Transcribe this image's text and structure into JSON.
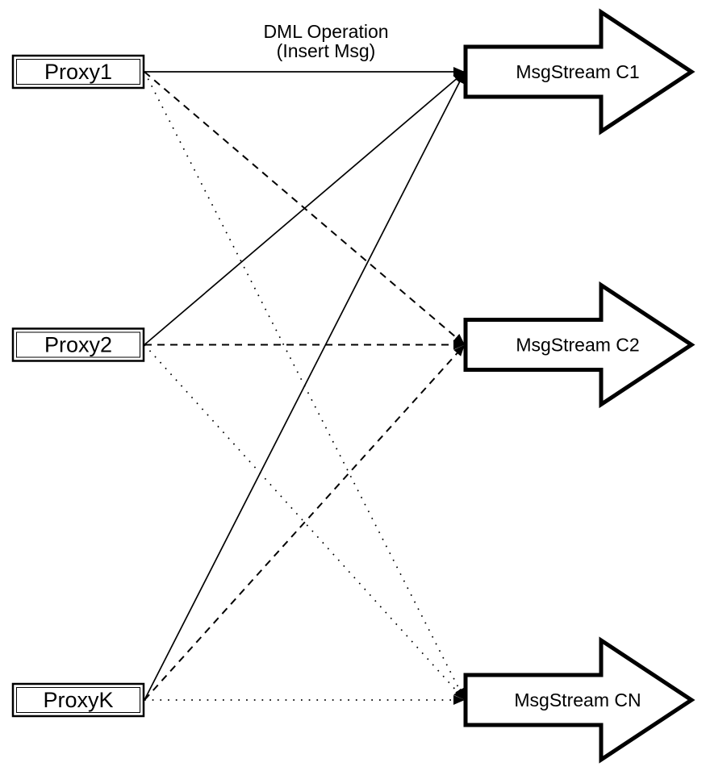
{
  "title": {
    "line1": "DML Operation",
    "line2": "(Insert Msg)"
  },
  "nodes": {
    "proxies": [
      {
        "id": "proxy1",
        "label": "Proxy1"
      },
      {
        "id": "proxy2",
        "label": "Proxy2"
      },
      {
        "id": "proxyk",
        "label": "ProxyK"
      }
    ],
    "streams": [
      {
        "id": "c1",
        "label": "MsgStream C1"
      },
      {
        "id": "c2",
        "label": "MsgStream C2"
      },
      {
        "id": "cn",
        "label": "MsgStream CN"
      }
    ]
  },
  "edges": [
    {
      "from": "Proxy1",
      "to": "MsgStream C1",
      "style": "solid"
    },
    {
      "from": "Proxy1",
      "to": "MsgStream C2",
      "style": "dashed"
    },
    {
      "from": "Proxy1",
      "to": "MsgStream CN",
      "style": "dotted"
    },
    {
      "from": "Proxy2",
      "to": "MsgStream C1",
      "style": "solid"
    },
    {
      "from": "Proxy2",
      "to": "MsgStream C2",
      "style": "dashed"
    },
    {
      "from": "Proxy2",
      "to": "MsgStream CN",
      "style": "dotted"
    },
    {
      "from": "ProxyK",
      "to": "MsgStream C1",
      "style": "solid"
    },
    {
      "from": "ProxyK",
      "to": "MsgStream C2",
      "style": "dashed"
    },
    {
      "from": "ProxyK",
      "to": "MsgStream CN",
      "style": "dotted"
    }
  ],
  "colors": {
    "stroke": "#000000",
    "fill": "#ffffff",
    "background": "#ffffff"
  }
}
